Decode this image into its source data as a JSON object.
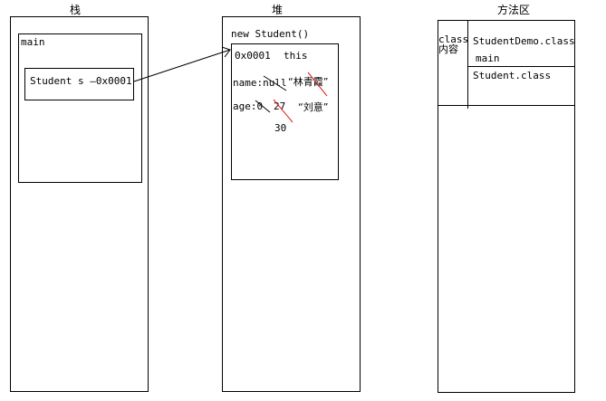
{
  "stack": {
    "title": "栈",
    "frame_label": "main",
    "variable": "Student s —0x0001"
  },
  "heap": {
    "title": "堆",
    "object_label": "new Student()",
    "address": "0x0001",
    "this_label": "this",
    "name_field": "name:null",
    "name_value_old": "“林青霞”",
    "age_field": "age:0",
    "age_value_old": "27",
    "name_value_new": "“刘意”",
    "age_value_new": "30"
  },
  "method_area": {
    "title": "方法区",
    "class_content_label_line1": "class",
    "class_content_label_line2": "内容",
    "class_1": "StudentDemo.class",
    "class_1_method": "main",
    "class_2": "Student.class"
  },
  "colors": {
    "line": "#000000",
    "strike_red": "#e0201a",
    "strike_dark": "#000000"
  }
}
